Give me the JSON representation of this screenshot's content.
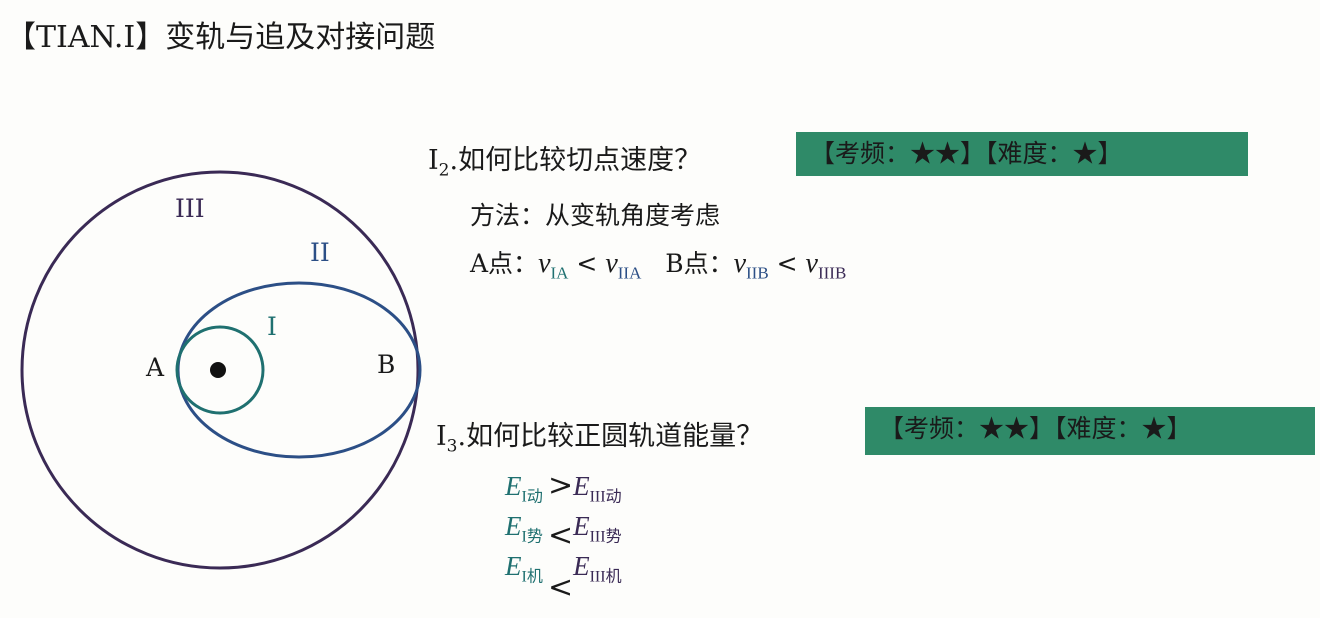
{
  "title": "【TIAN.I】变轨与追及对接问题",
  "diagram": {
    "orbit_III": "III",
    "orbit_II": "II",
    "orbit_I": "I",
    "point_A": "A",
    "point_B": "B"
  },
  "q2": {
    "num": "I",
    "sub": "2",
    "text": ".如何比较切点速度？",
    "badge": "【考频：★★】【难度：★】",
    "method": "方法：从变轨角度考虑",
    "a_label": "A点：",
    "a_v1": "v",
    "a_v1_sub": "IA",
    "a_op": "<",
    "a_v2": "v",
    "a_v2_sub": "IIA",
    "b_label": "B点：",
    "b_v1": "v",
    "b_v1_sub": "IIB",
    "b_op": "<",
    "b_v2": "v",
    "b_v2_sub": "IIIB"
  },
  "q3": {
    "num": "I",
    "sub": "3",
    "text": ".如何比较正圆轨道能量？",
    "badge": "【考频：★★】【难度：★】",
    "rows": [
      {
        "l": "E",
        "ls": "I动",
        "op": ">",
        "r": "E",
        "rs": "III动"
      },
      {
        "l": "E",
        "ls": "I势",
        "op": "<",
        "r": "E",
        "rs": "III势"
      },
      {
        "l": "E",
        "ls": "I机",
        "op": "<",
        "r": "E",
        "rs": "III机"
      }
    ]
  },
  "colors": {
    "orbit_I": "#1f7070",
    "orbit_II": "#2c4f86",
    "orbit_III": "#3a2a55",
    "badge": "#2f8a68"
  }
}
